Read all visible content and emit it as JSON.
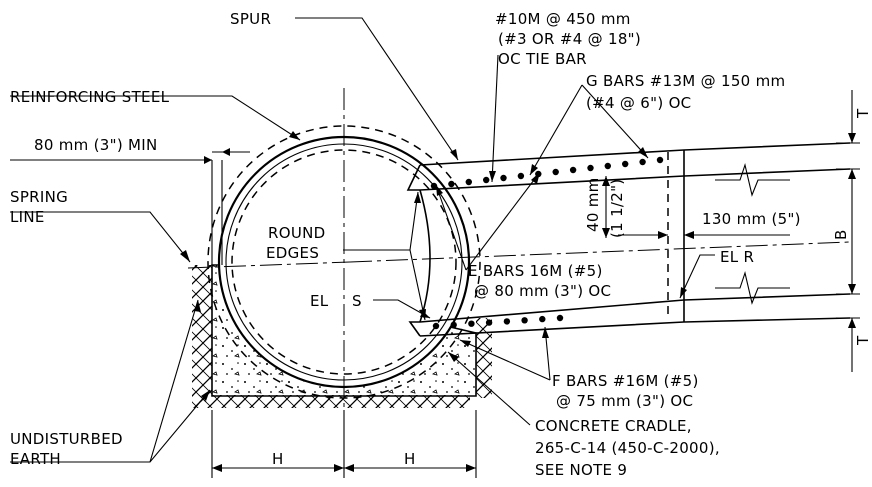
{
  "labels": {
    "spur": "SPUR",
    "tie_bar_1": "#10M @ 450 mm",
    "tie_bar_2": "(#3 OR #4 @ 18\")",
    "tie_bar_3": "OC TIE BAR",
    "g_bars_1": "G BARS #13M @ 150 mm",
    "g_bars_2": "(#4 @ 6\") OC",
    "reinforcing_steel": "REINFORCING STEEL",
    "min_cover": "80 mm (3\") MIN",
    "spring_1": "SPRING",
    "spring_2": "LINE",
    "round_1": "ROUND",
    "round_2": "EDGES",
    "dim_40": "40 mm",
    "dim_40_imp": "(1 1/2\")",
    "dim_130": "130 mm (5\")",
    "el_r": "EL R",
    "dim_b": "B",
    "dim_t_top": "T",
    "dim_t_bottom": "T",
    "e_bars_1": "E BARS 16M (#5)",
    "e_bars_2": "@ 80 mm (3\") OC",
    "el_s_a": "EL",
    "el_s_b": "S",
    "f_bars_1": "F BARS #16M (#5)",
    "f_bars_2": "@ 75 mm (3\") OC",
    "undisturbed_1": "UNDISTURBED",
    "undisturbed_2": "EARTH",
    "cradle_1": "CONCRETE CRADLE,",
    "cradle_2": "265-C-14 (450-C-2000),",
    "cradle_3": "SEE NOTE 9",
    "dim_h_left": "H",
    "dim_h_right": "H"
  }
}
